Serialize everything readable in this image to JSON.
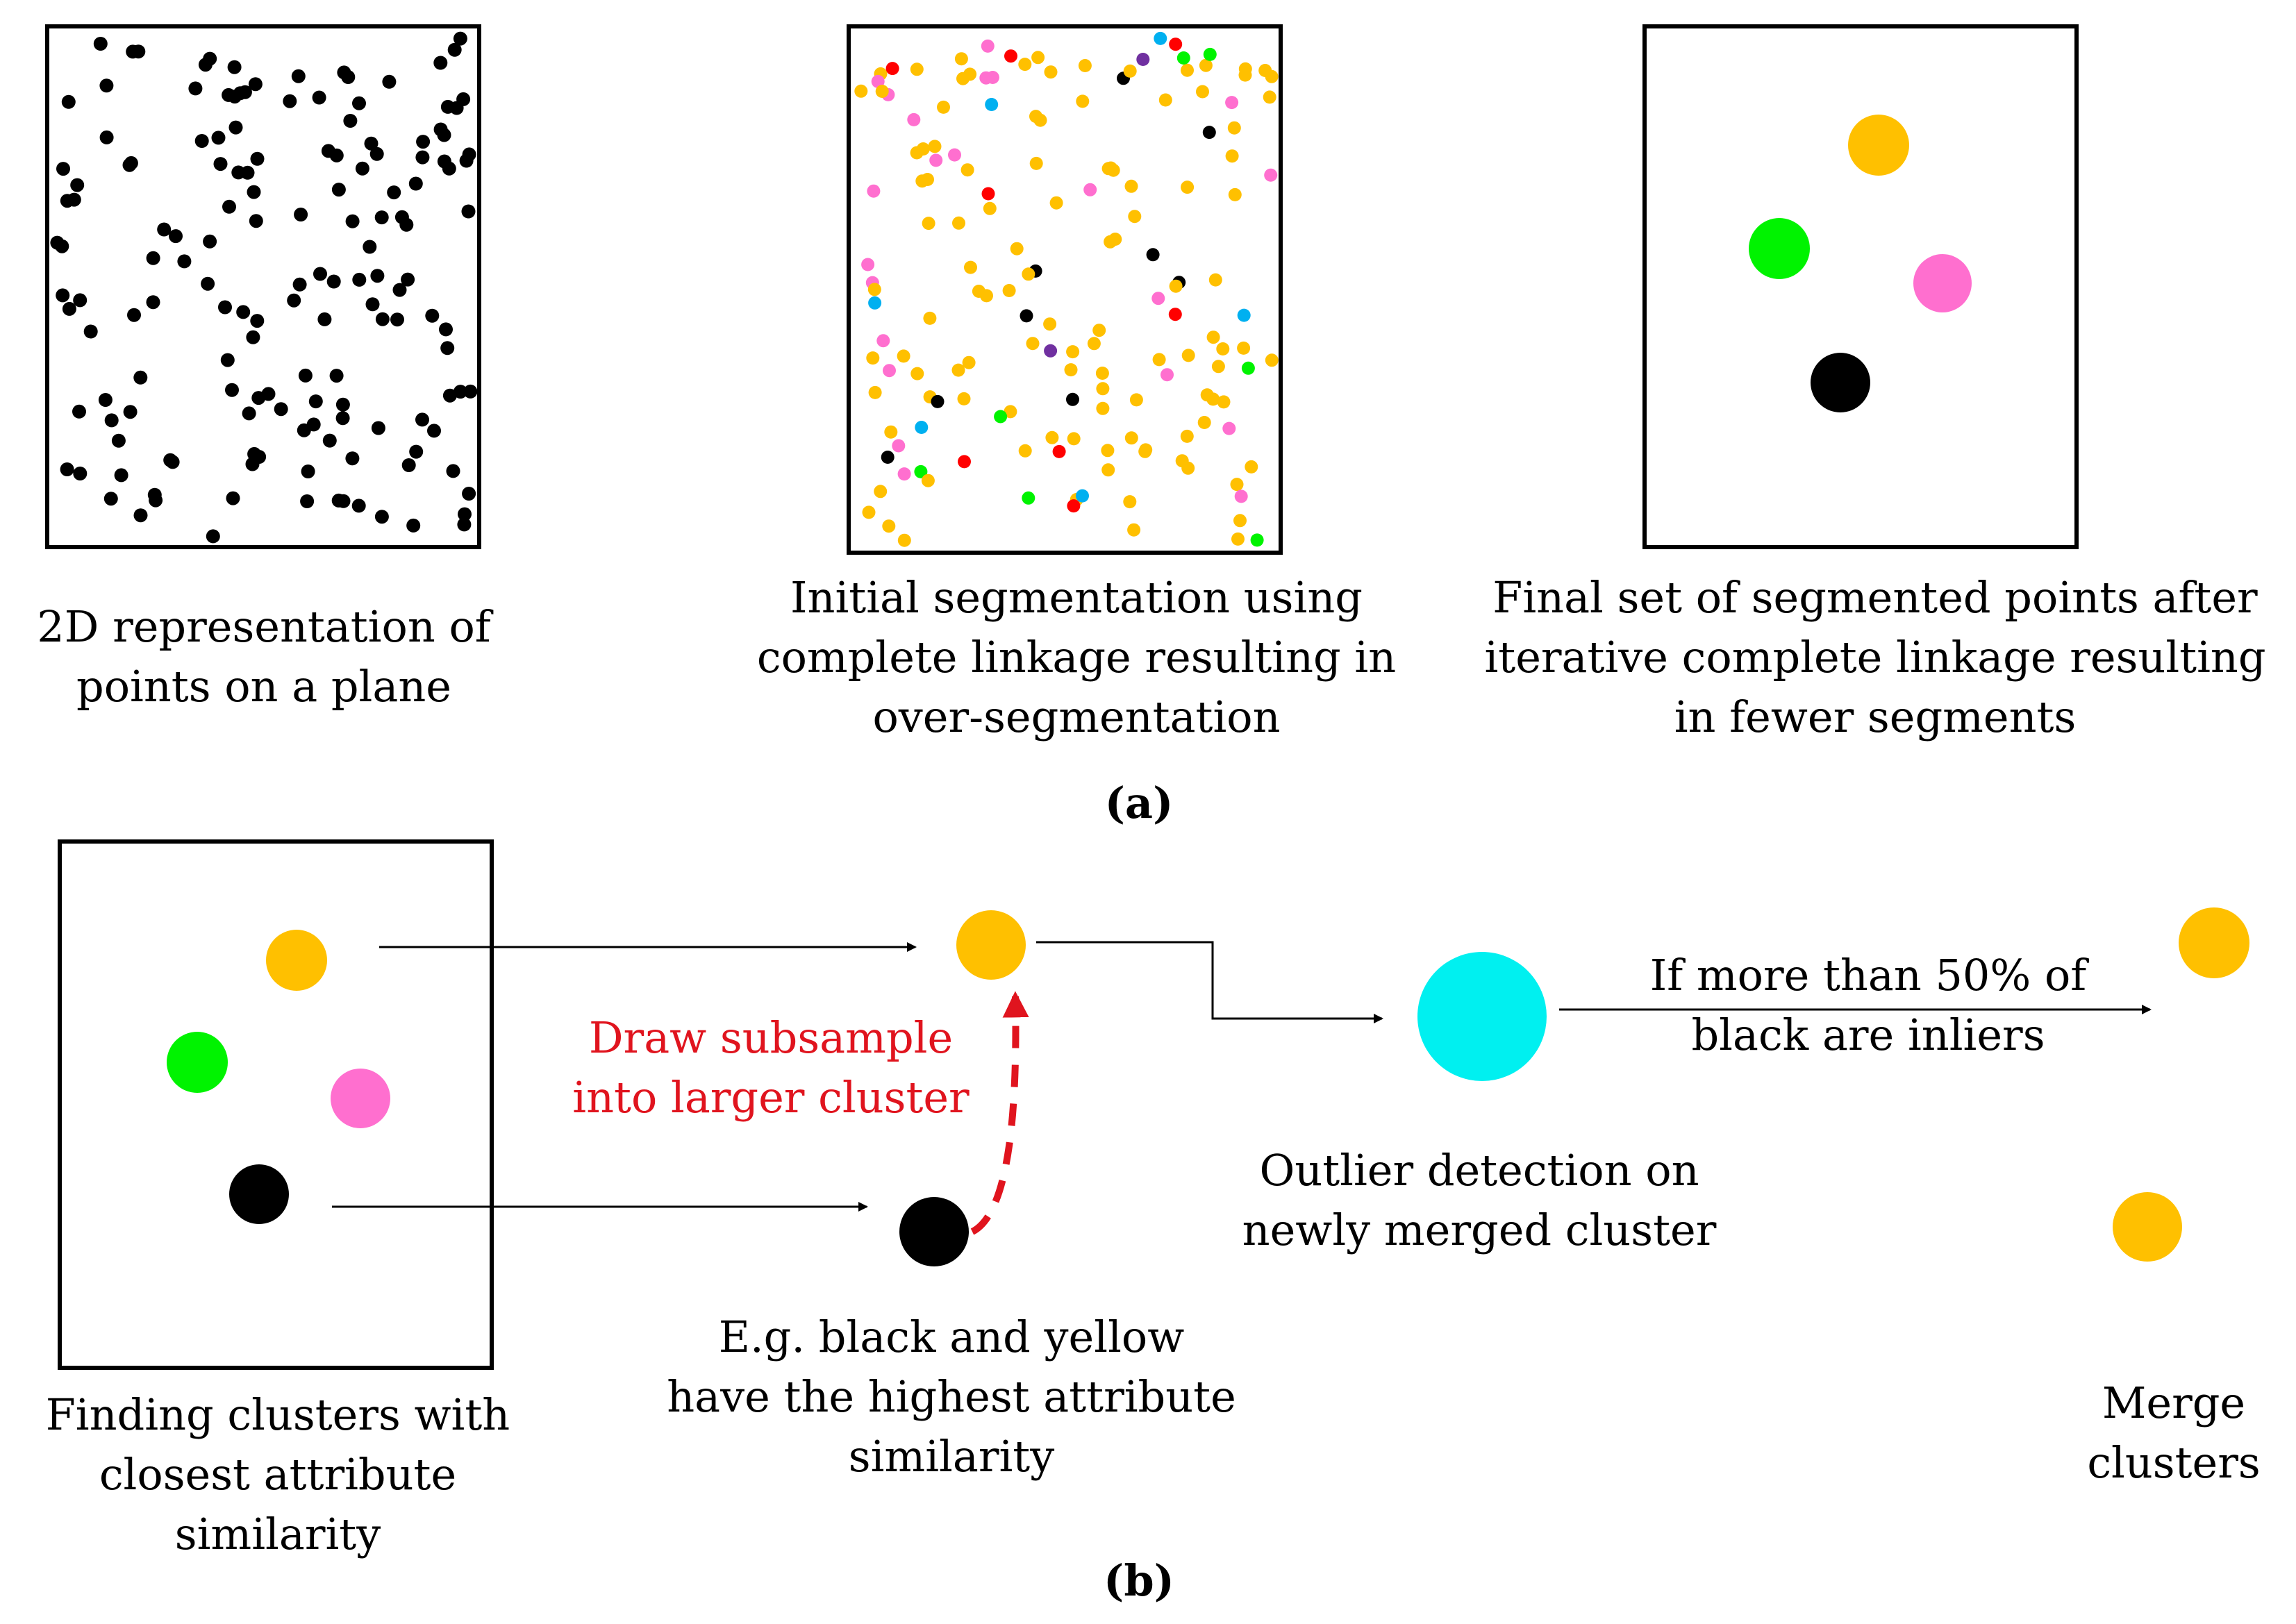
{
  "colors": {
    "black": "#000000",
    "yellow": "#FFC000",
    "green": "#00F300",
    "pink": "#FF6FCF",
    "cyan": "#00F0F0",
    "blue": "#00B0F0",
    "red": "#FF0000",
    "purple": "#7030A0",
    "dashed_arrow": "#E0141E",
    "annotation_red": "#E0141E"
  },
  "panel_a": {
    "label": "(a)",
    "captions": {
      "points_plane": [
        "2D representation of",
        "points on a plane"
      ],
      "initial_segmentation": [
        "Initial segmentation using",
        "complete linkage resulting in",
        "over-segmentation"
      ],
      "final_segmentation": [
        "Final set of segmented points after",
        "iterative complete linkage resulting",
        "in fewer segments"
      ]
    },
    "final_clusters": [
      {
        "name": "yellow-cluster",
        "color": "yellow"
      },
      {
        "name": "green-cluster",
        "color": "green"
      },
      {
        "name": "pink-cluster",
        "color": "pink"
      },
      {
        "name": "black-cluster",
        "color": "black"
      }
    ]
  },
  "panel_b": {
    "label": "(b)",
    "captions": {
      "finding_clusters": [
        "Finding clusters with",
        "closest attribute",
        "similarity"
      ],
      "highest_similarity": [
        "E.g. black and yellow",
        "have the highest attribute",
        "similarity"
      ],
      "outlier_detection": [
        "Outlier detection on",
        "newly merged cluster"
      ],
      "merge_clusters": [
        "Merge",
        "clusters"
      ]
    },
    "draw_subsample": [
      "Draw subsample",
      "into larger cluster"
    ],
    "condition": [
      "If  more than 50% of",
      "black are inliers"
    ]
  }
}
